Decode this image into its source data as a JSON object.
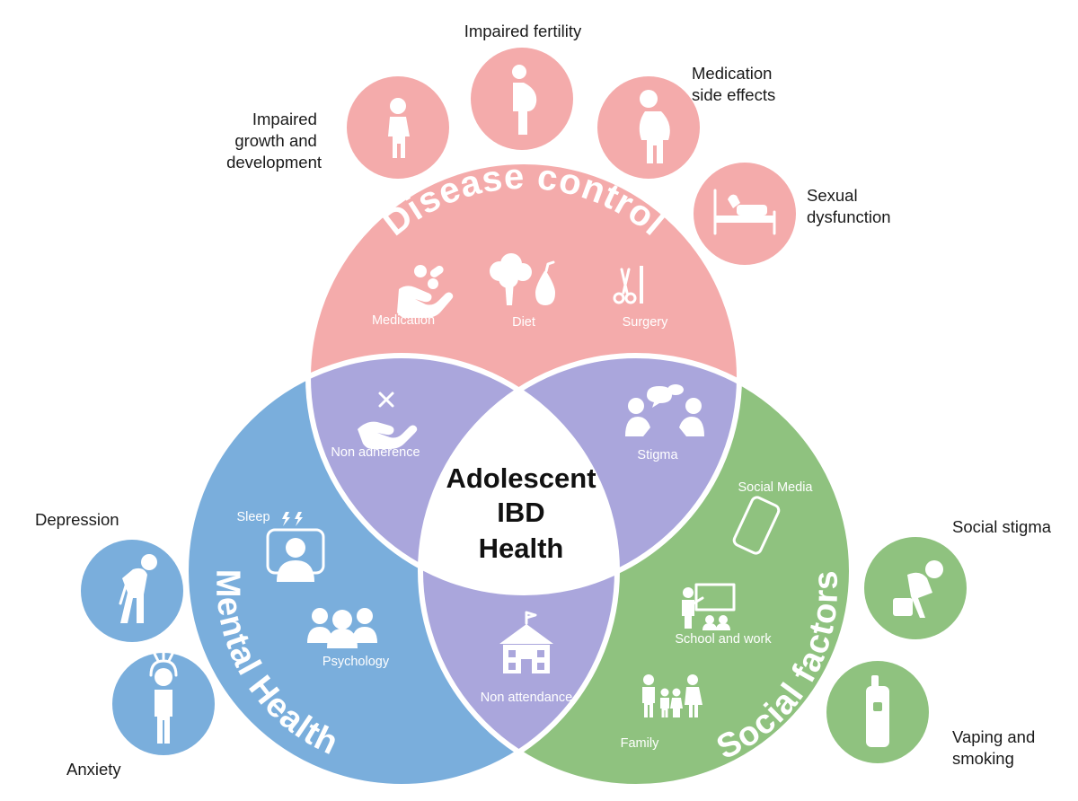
{
  "center": {
    "line1": "Adolescent",
    "line2": "IBD",
    "line3": "Health"
  },
  "sections": {
    "disease": {
      "title": "Disease control",
      "color": "#f4abab"
    },
    "mental": {
      "title": "Mental Health",
      "color": "#7aaedc"
    },
    "social": {
      "title": "Social factors",
      "color": "#8fc27f"
    }
  },
  "overlap_color": "#aaa6dc",
  "inner": {
    "medication": "Medication",
    "diet": "Diet",
    "surgery": "Surgery",
    "non_adherence": "Non adherence",
    "stigma": "Stigma",
    "non_attendance": "Non attendance",
    "sleep": "Sleep",
    "psychology": "Psychology",
    "social_media": "Social Media",
    "school_work": "School and work",
    "family": "Family"
  },
  "outer": {
    "growth": [
      "Impaired",
      "growth and",
      "development"
    ],
    "fertility": "Impaired fertility",
    "medication_side": [
      "Medication",
      "side effects"
    ],
    "sexual": [
      "Sexual",
      "dysfunction"
    ],
    "depression": "Depression",
    "anxiety": "Anxiety",
    "social_stigma": "Social stigma",
    "vaping": [
      "Vaping and",
      "smoking"
    ]
  },
  "icons": {
    "growth": "baby-icon",
    "fertility": "pregnant-person-icon",
    "medication_side": "weight-gain-icon",
    "sexual": "bed-icon",
    "depression": "depressed-person-icon",
    "anxiety": "anxious-person-icon",
    "social_stigma": "sad-person-icon",
    "vaping": "vape-device-icon"
  }
}
